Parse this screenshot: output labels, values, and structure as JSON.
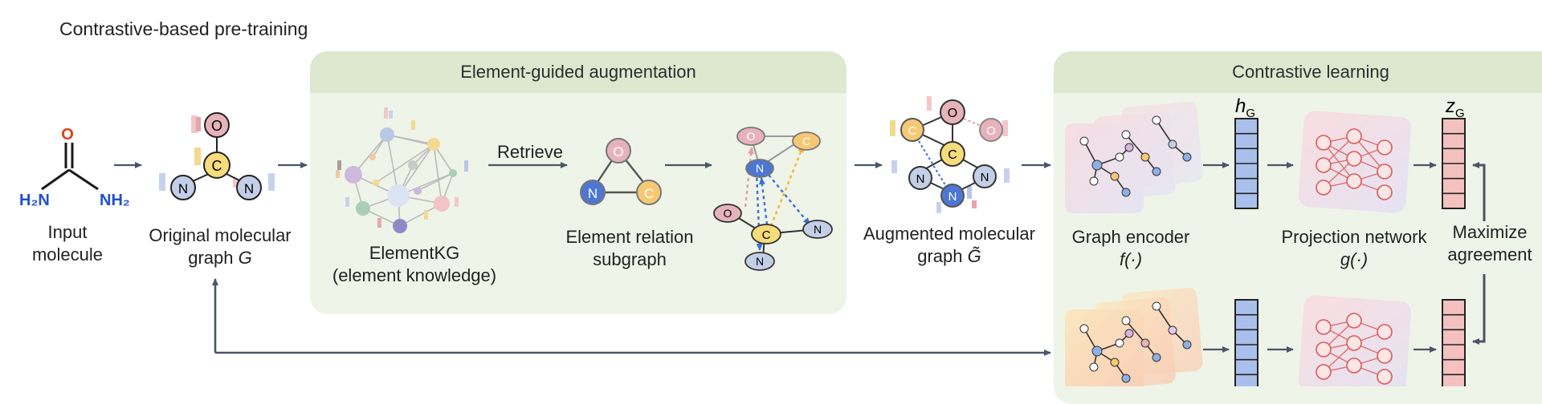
{
  "title": "Contrastive-based pre-training",
  "input": {
    "o": "O",
    "nh2_left": "H₂N",
    "nh2_right": "NH₂",
    "label_line1": "Input",
    "label_line2": "molecule"
  },
  "original": {
    "atom_o": "O",
    "atom_c": "C",
    "atom_n": "N",
    "label_line1": "Original molecular",
    "label_line2": "graph",
    "symbol": "G"
  },
  "augmentation_panel": {
    "header": "Element-guided augmentation",
    "kg_line1": "ElementKG",
    "kg_line2": "(element knowledge)",
    "retrieve": "Retrieve",
    "sub_line1": "Element relation",
    "sub_line2": "subgraph",
    "sub_atom_o": "O",
    "sub_atom_n": "N",
    "sub_atom_c": "C"
  },
  "augmented": {
    "label_line1": "Augmented molecular",
    "label_line2": "graph",
    "symbol": "G̃"
  },
  "contrastive_panel": {
    "header": "Contrastive learning",
    "encoder_line1": "Graph encoder",
    "encoder_fn": "f(·)",
    "projection_line1": "Projection network",
    "projection_fn": "g(·)",
    "h_label": "h",
    "h_sub": "G",
    "z_label": "z",
    "z_sub": "G",
    "maximize_line1": "Maximize",
    "maximize_line2": "agreement"
  },
  "colors": {
    "panel_header": "#dde8cf",
    "panel_body": "#eff4e8",
    "arrow": "#4a5566",
    "atom_o": "#e6b3bb",
    "atom_c": "#f7dc7c",
    "atom_n": "#c3cfe6",
    "vector_blue": "#a9c0ec",
    "vector_pink": "#f3c2c0",
    "oxygen_red": "#e0401a",
    "nitrogen_blue": "#1f4fd3"
  }
}
